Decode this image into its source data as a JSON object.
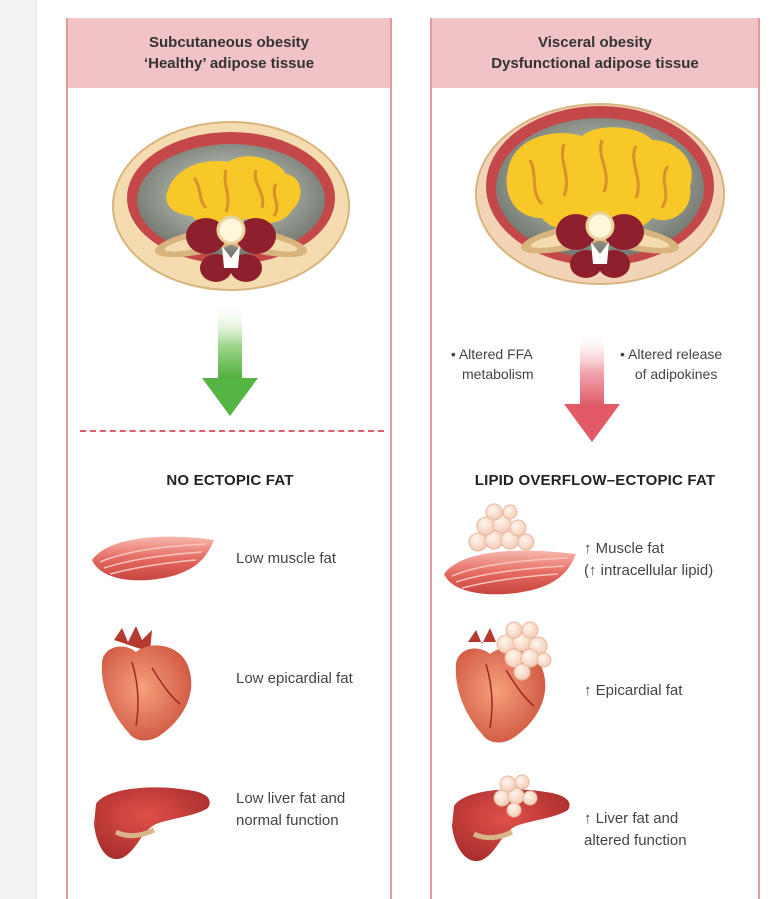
{
  "left_panel": {
    "title_line1": "Subcutaneous obesity",
    "title_line2": "‘Healthy’ adipose tissue",
    "section_title": "NO ECTOPIC FAT",
    "organs": [
      {
        "name": "muscle",
        "label_lines": [
          "Low muscle fat"
        ]
      },
      {
        "name": "heart",
        "label_lines": [
          "Low epicardial fat"
        ]
      },
      {
        "name": "liver",
        "label_lines": [
          "Low liver fat and",
          "normal function"
        ]
      }
    ],
    "arrow_color": "#5db84a"
  },
  "right_panel": {
    "title_line1": "Visceral obesity",
    "title_line2": "Dysfunctional adipose tissue",
    "bullets": [
      {
        "lines": [
          "• Altered FFA",
          "metabolism"
        ]
      },
      {
        "lines": [
          "• Altered release",
          "of adipokines"
        ]
      }
    ],
    "section_title": "LIPID OVERFLOW–ECTOPIC FAT",
    "organs": [
      {
        "name": "muscle",
        "label_lines": [
          "↑ Muscle fat",
          "(↑ intracellular lipid)"
        ]
      },
      {
        "name": "heart",
        "label_lines": [
          "↑ Epicardial fat"
        ]
      },
      {
        "name": "liver",
        "label_lines": [
          "↑ Liver fat and",
          "altered function"
        ]
      }
    ],
    "arrow_color": "#e46070"
  },
  "colors": {
    "header_bg": "#f2c3c6",
    "panel_border": "#e29aa0",
    "dashed_line": "#d9606d",
    "fat_yellow": "#f8c829",
    "muscle_red": "#c74a45",
    "skin_beige": "#f5dcb0"
  }
}
